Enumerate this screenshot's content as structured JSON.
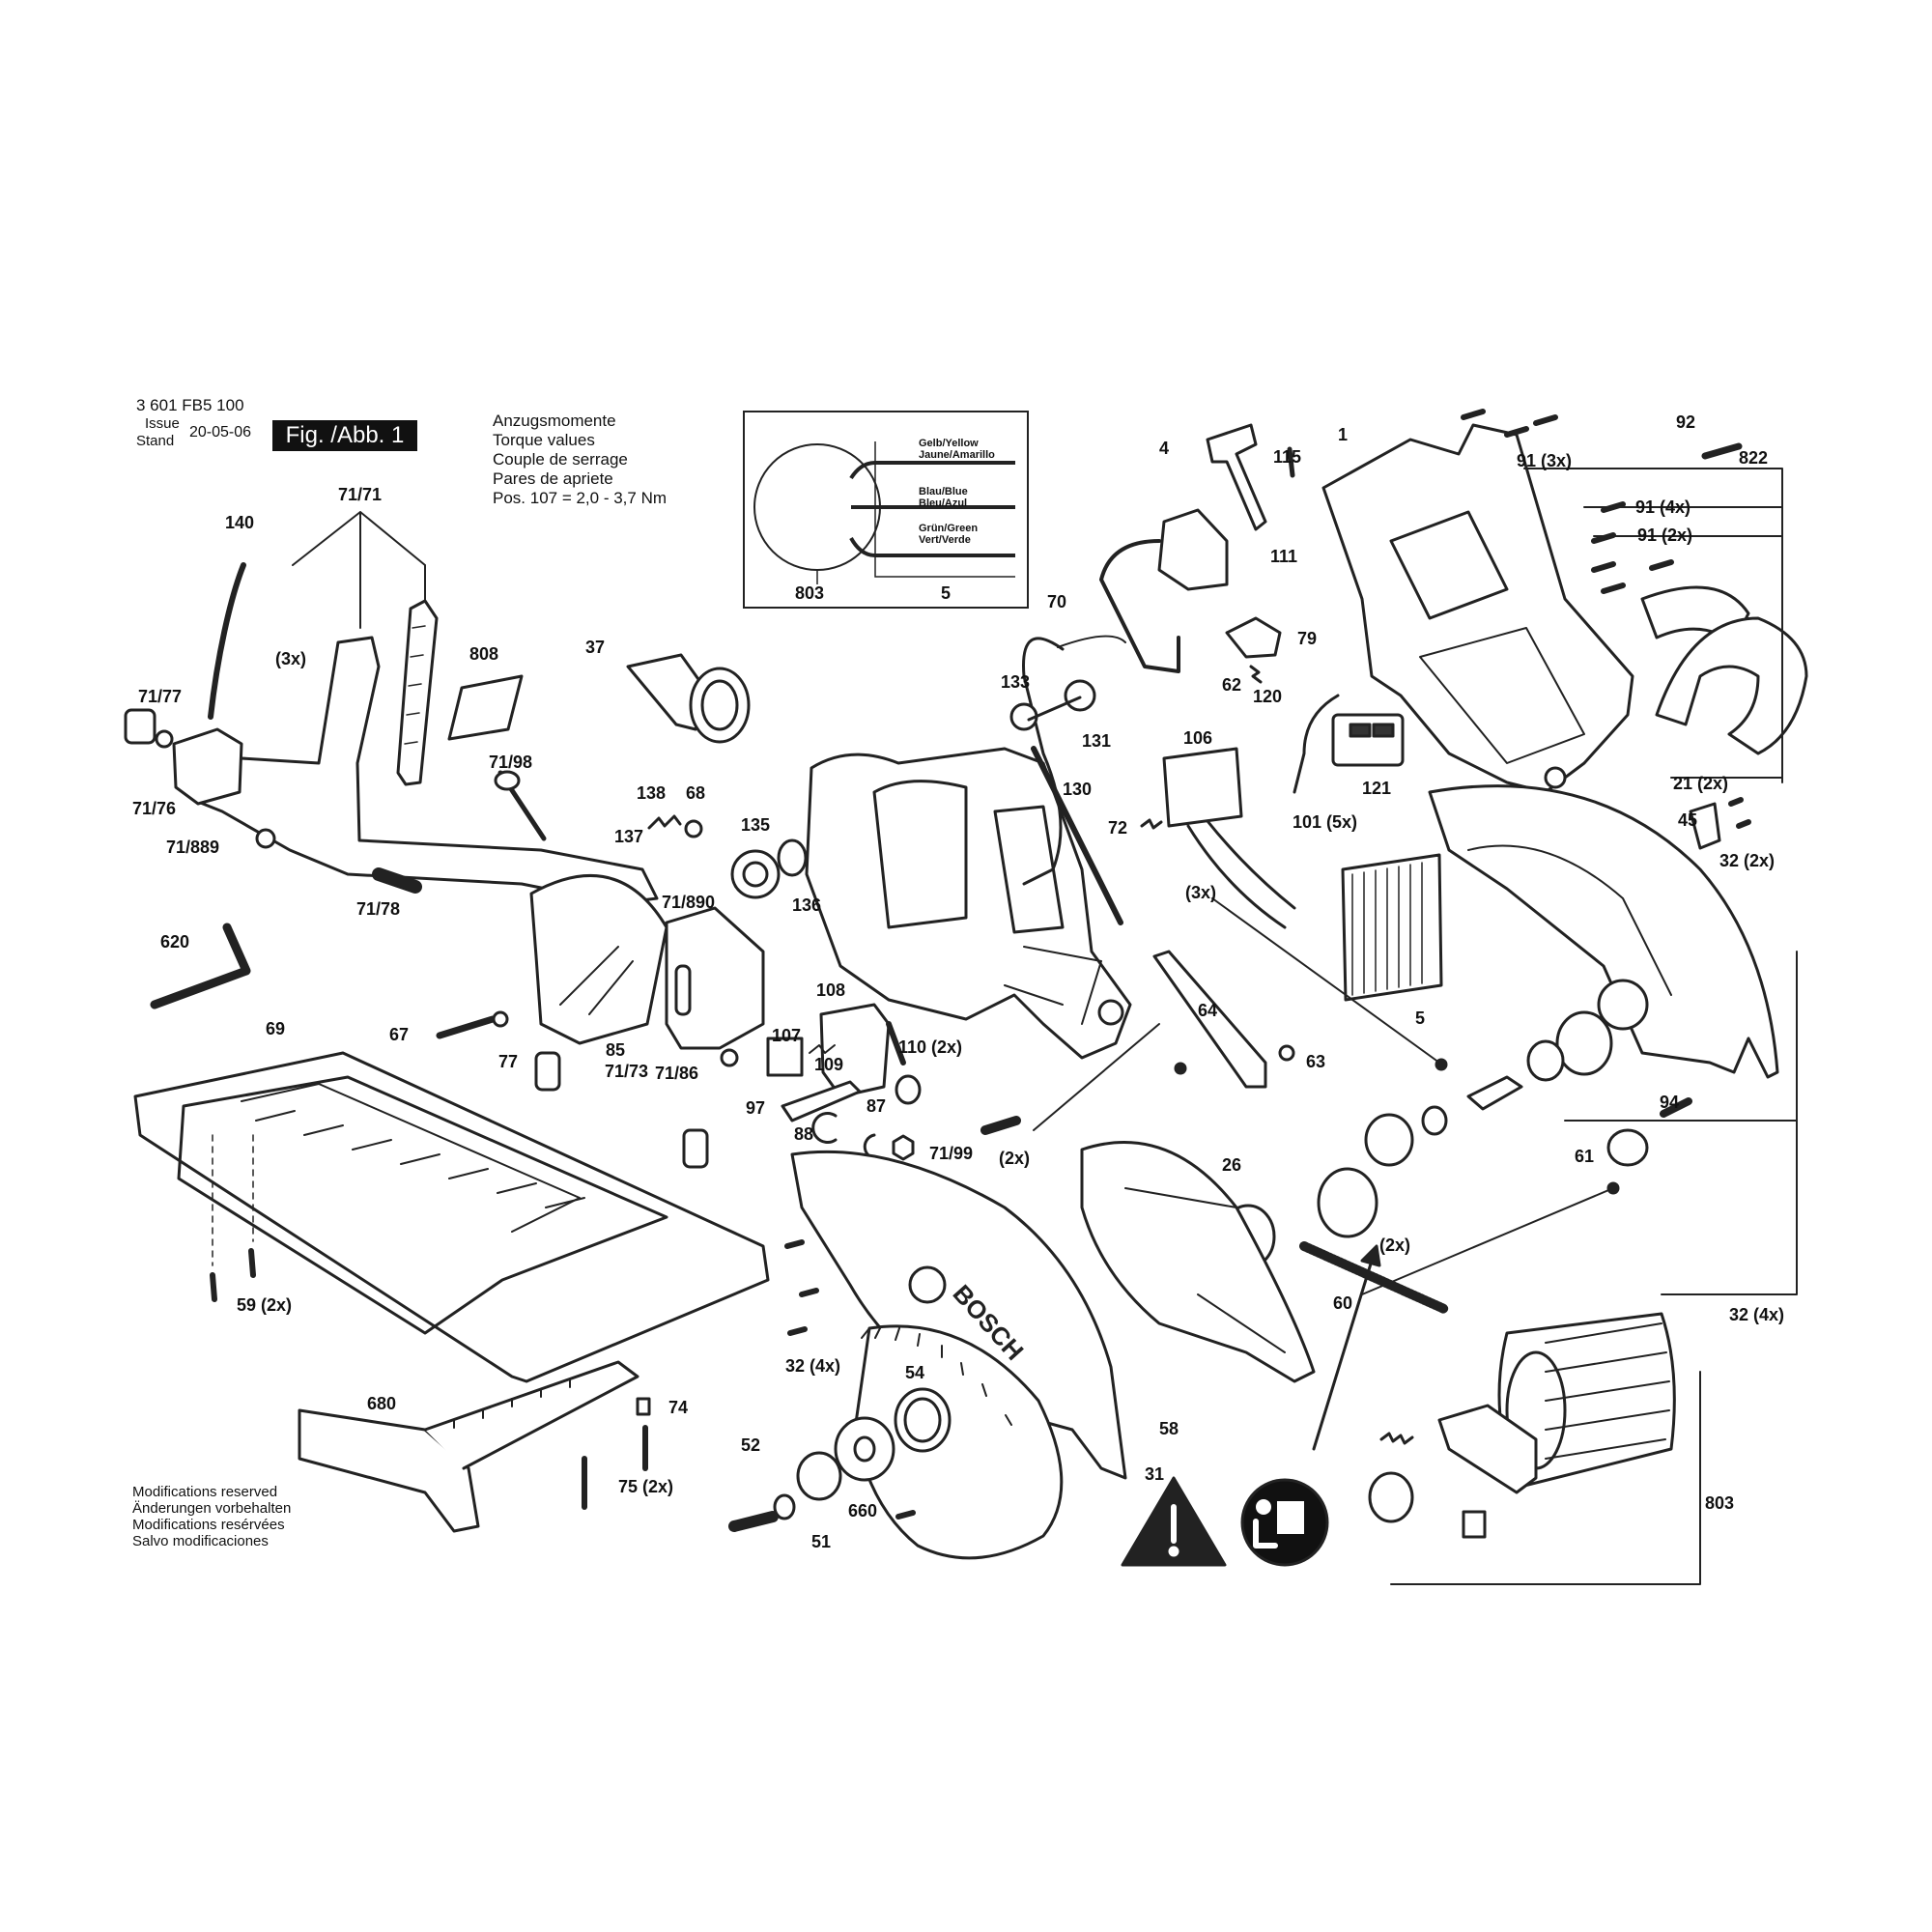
{
  "header": {
    "part_number": "3 601 FB5 100",
    "issue_label": "Issue",
    "stand_label": "Stand",
    "date": "20-05-06",
    "fig_label": "Fig. /Abb. 1"
  },
  "torque_note": {
    "lines": [
      "Anzugsmomente",
      "Torque values",
      "Couple de serrage",
      "Pares de apriete",
      "Pos. 107 =  2,0 - 3,7 Nm"
    ]
  },
  "wiring_box": {
    "items": [
      {
        "line1": "Gelb/Yellow",
        "line2": "Jaune/Amarillo"
      },
      {
        "line1": "Blau/Blue",
        "line2": "Bleu/Azul"
      },
      {
        "line1": "Grün/Green",
        "line2": "Vert/Verde"
      }
    ],
    "left_label": "803",
    "right_label": "5"
  },
  "footer": {
    "lines": [
      "Modifications reserved",
      "Änderungen vorbehalten",
      "Modifications resérvées",
      "Salvo modificaciones"
    ]
  },
  "part_labels": [
    {
      "id": "140",
      "text": "140"
    },
    {
      "id": "71/71",
      "text": "71/71"
    },
    {
      "id": "3x_a",
      "text": "(3x)"
    },
    {
      "id": "808",
      "text": "808"
    },
    {
      "id": "71/77",
      "text": "71/77"
    },
    {
      "id": "71/76",
      "text": "71/76"
    },
    {
      "id": "71/889",
      "text": "71/889"
    },
    {
      "id": "71/98",
      "text": "71/98"
    },
    {
      "id": "71/78",
      "text": "71/78"
    },
    {
      "id": "620",
      "text": "620"
    },
    {
      "id": "67",
      "text": "67"
    },
    {
      "id": "77",
      "text": "77"
    },
    {
      "id": "71/73",
      "text": "71/73"
    },
    {
      "id": "138",
      "text": "138"
    },
    {
      "id": "68",
      "text": "68"
    },
    {
      "id": "137",
      "text": "137"
    },
    {
      "id": "135",
      "text": "135"
    },
    {
      "id": "136",
      "text": "136"
    },
    {
      "id": "71/890",
      "text": "71/890"
    },
    {
      "id": "37",
      "text": "37"
    },
    {
      "id": "69",
      "text": "69"
    },
    {
      "id": "85",
      "text": "85"
    },
    {
      "id": "59",
      "text": "59 (2x)"
    },
    {
      "id": "680",
      "text": "680"
    },
    {
      "id": "74",
      "text": "74"
    },
    {
      "id": "75",
      "text": "75 (2x)"
    },
    {
      "id": "108",
      "text": "108"
    },
    {
      "id": "107",
      "text": "107"
    },
    {
      "id": "109",
      "text": "109"
    },
    {
      "id": "71/86",
      "text": "71/86"
    },
    {
      "id": "97",
      "text": "97"
    },
    {
      "id": "87",
      "text": "87"
    },
    {
      "id": "88",
      "text": "88"
    },
    {
      "id": "71/99",
      "text": "71/99"
    },
    {
      "id": "110",
      "text": "110 (2x)"
    },
    {
      "id": "2x_a",
      "text": "(2x)"
    },
    {
      "id": "32_4x_a",
      "text": "32 (4x)"
    },
    {
      "id": "54",
      "text": "54"
    },
    {
      "id": "52",
      "text": "52"
    },
    {
      "id": "51",
      "text": "51"
    },
    {
      "id": "660",
      "text": "660"
    },
    {
      "id": "31",
      "text": "31"
    },
    {
      "id": "58",
      "text": "58"
    },
    {
      "id": "60",
      "text": "60"
    },
    {
      "id": "26",
      "text": "26"
    },
    {
      "id": "2x_b",
      "text": "(2x)"
    },
    {
      "id": "70",
      "text": "70"
    },
    {
      "id": "4",
      "text": "4"
    },
    {
      "id": "111",
      "text": "111"
    },
    {
      "id": "115",
      "text": "115"
    },
    {
      "id": "79",
      "text": "79"
    },
    {
      "id": "62",
      "text": "62"
    },
    {
      "id": "133",
      "text": "133"
    },
    {
      "id": "131",
      "text": "131"
    },
    {
      "id": "130",
      "text": "130"
    },
    {
      "id": "72",
      "text": "72"
    },
    {
      "id": "106",
      "text": "106"
    },
    {
      "id": "120",
      "text": "120"
    },
    {
      "id": "121",
      "text": "121"
    },
    {
      "id": "101",
      "text": "101 (5x)"
    },
    {
      "id": "3x_b",
      "text": "(3x)"
    },
    {
      "id": "64",
      "text": "64"
    },
    {
      "id": "63",
      "text": "63"
    },
    {
      "id": "5b",
      "text": "5"
    },
    {
      "id": "1",
      "text": "1"
    },
    {
      "id": "91_3x",
      "text": "91 (3x)"
    },
    {
      "id": "92",
      "text": "92"
    },
    {
      "id": "822",
      "text": "822"
    },
    {
      "id": "91_4x",
      "text": "91 (4x)"
    },
    {
      "id": "91_2x",
      "text": "91 (2x)"
    },
    {
      "id": "21",
      "text": "21 (2x)"
    },
    {
      "id": "45",
      "text": "45"
    },
    {
      "id": "32_2x",
      "text": "32 (2x)"
    },
    {
      "id": "94",
      "text": "94"
    },
    {
      "id": "61",
      "text": "61"
    },
    {
      "id": "32_4x_b",
      "text": "32 (4x)"
    },
    {
      "id": "803b",
      "text": "803"
    }
  ]
}
